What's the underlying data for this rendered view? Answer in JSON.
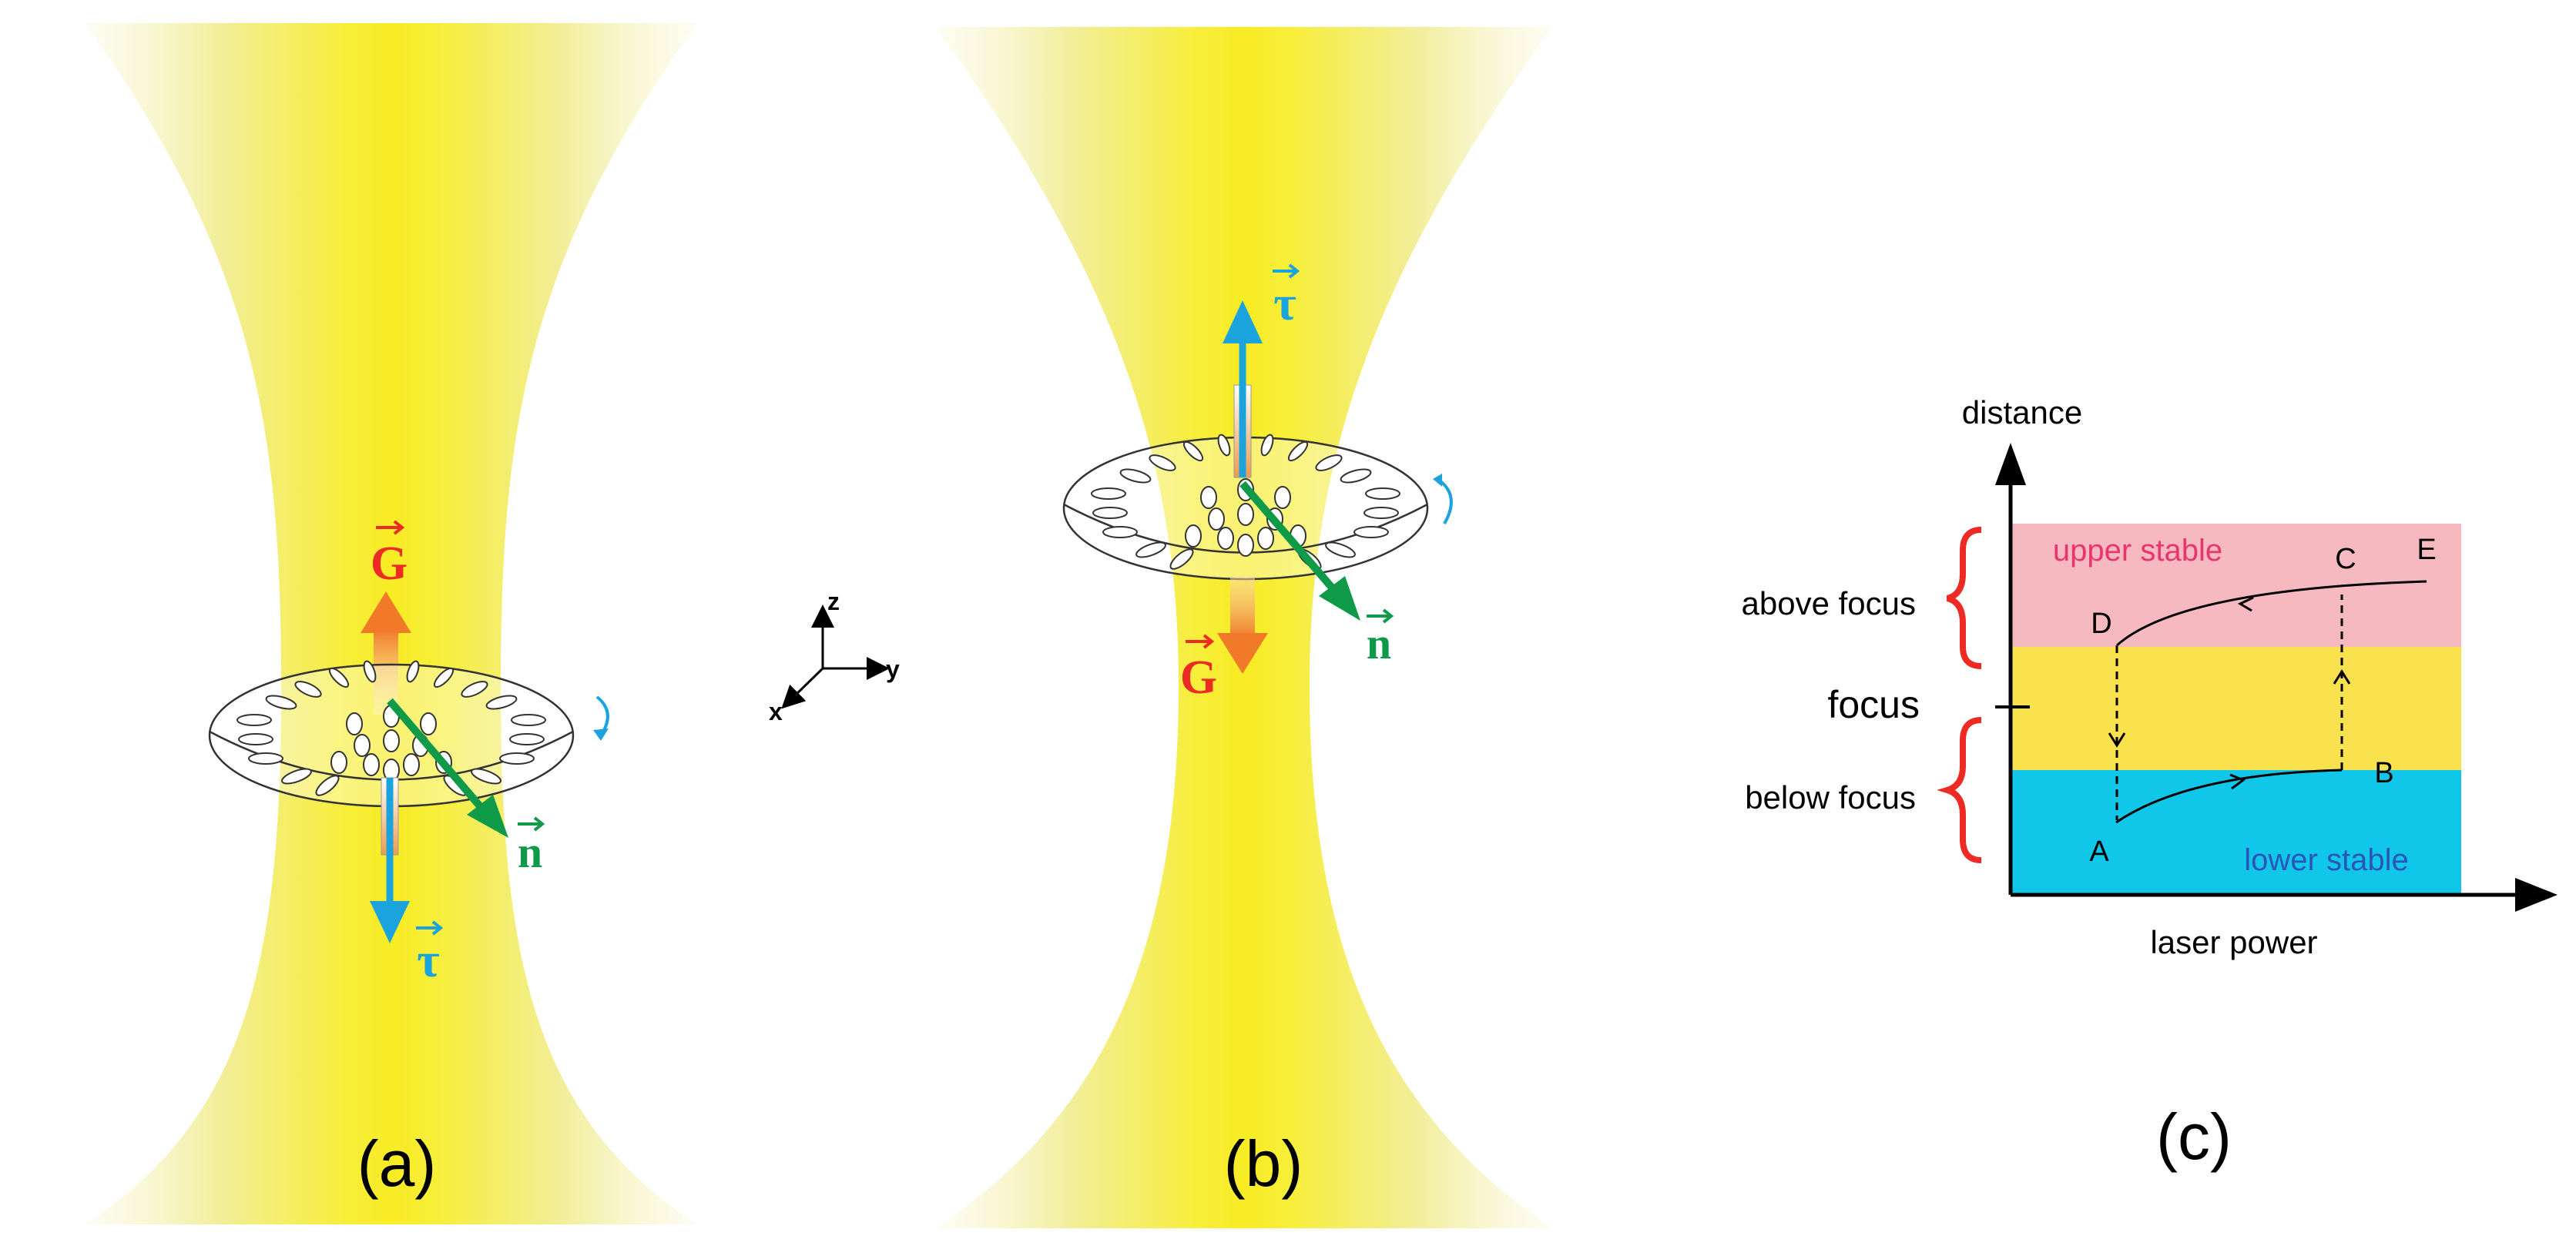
{
  "panels": {
    "a": {
      "label": "(a)",
      "vectors": {
        "G": "G",
        "n": "n",
        "tau": "τ"
      }
    },
    "b": {
      "label": "(b)",
      "vectors": {
        "G": "G",
        "n": "n",
        "tau": "τ"
      }
    },
    "c": {
      "label": "(c)",
      "y_axis_label": "distance",
      "x_axis_label": "laser power",
      "left_labels": {
        "above": "above focus",
        "focus": "focus",
        "below": "below focus"
      },
      "regions": {
        "upper": "upper stable",
        "lower": "lower stable"
      },
      "points": {
        "A": "A",
        "B": "B",
        "C": "C",
        "D": "D",
        "E": "E"
      }
    }
  },
  "axes_triad": {
    "x": "x",
    "y": "y",
    "z": "z"
  },
  "colors": {
    "beam": "#f7ef3a",
    "G_arrow": "#f08a2c",
    "G_text": "#ee2a24",
    "n": "#0e9a48",
    "tau": "#1aa3dc",
    "upper_region": "#f6b9c0",
    "focus_region": "#fae24f",
    "lower_region": "#10c7ea",
    "upper_text": "#e8356e",
    "lower_text": "#2a56b8",
    "brace": "#ee2a24"
  }
}
